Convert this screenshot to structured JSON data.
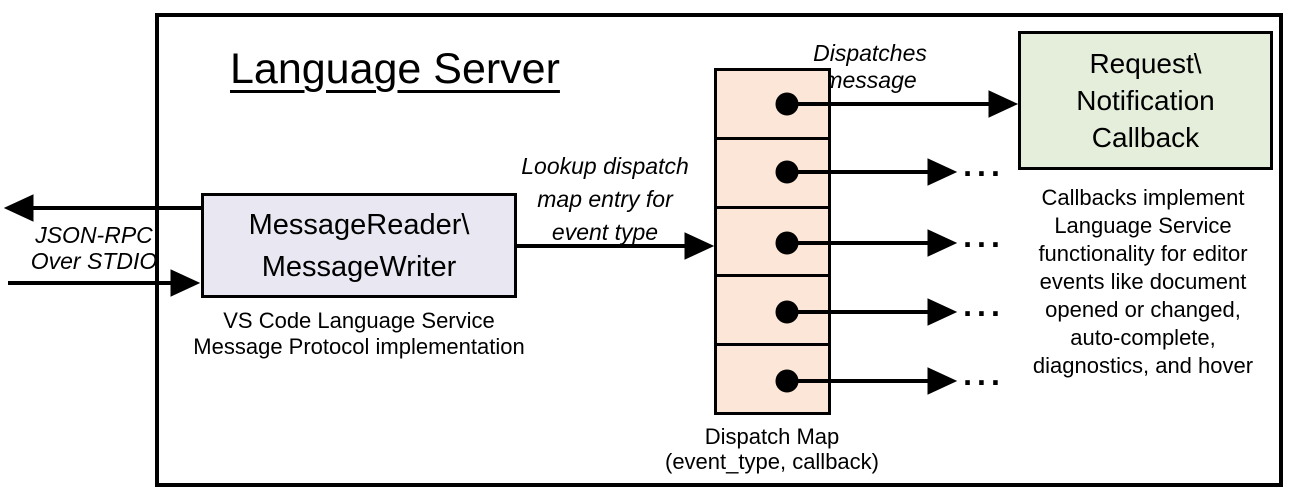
{
  "title": "Language Server",
  "stdio_label": {
    "line1": "JSON-RPC",
    "line2": "Over STDIO"
  },
  "message_box": {
    "line1": "MessageReader\\",
    "line2": "MessageWriter"
  },
  "message_caption": {
    "line1": "VS Code Language Service",
    "line2": "Message Protocol implementation"
  },
  "lookup_label": {
    "line1": "Lookup dispatch",
    "line2": "map entry for",
    "line3": "event type"
  },
  "dispatches_label": {
    "line1": "Dispatches",
    "line2": "message"
  },
  "callback_box": {
    "line1": "Request\\",
    "line2": "Notification",
    "line3": "Callback"
  },
  "dispatch_map": {
    "row_count": 5
  },
  "dispatch_caption": {
    "line1": "Dispatch Map",
    "line2": "(event_type, callback)"
  },
  "callbacks_note": {
    "lines": [
      "Callbacks implement",
      "Language Service",
      "functionality for editor",
      "events like document",
      "opened or changed,",
      "auto-complete,",
      "diagnostics, and hover"
    ]
  },
  "ellipsis": "...",
  "colors": {
    "message_box_fill": "#e9e7f1",
    "dispatch_cell_fill": "#fbe6d7",
    "callback_box_fill": "#e4eedb",
    "line": "#000000",
    "background": "#ffffff"
  }
}
